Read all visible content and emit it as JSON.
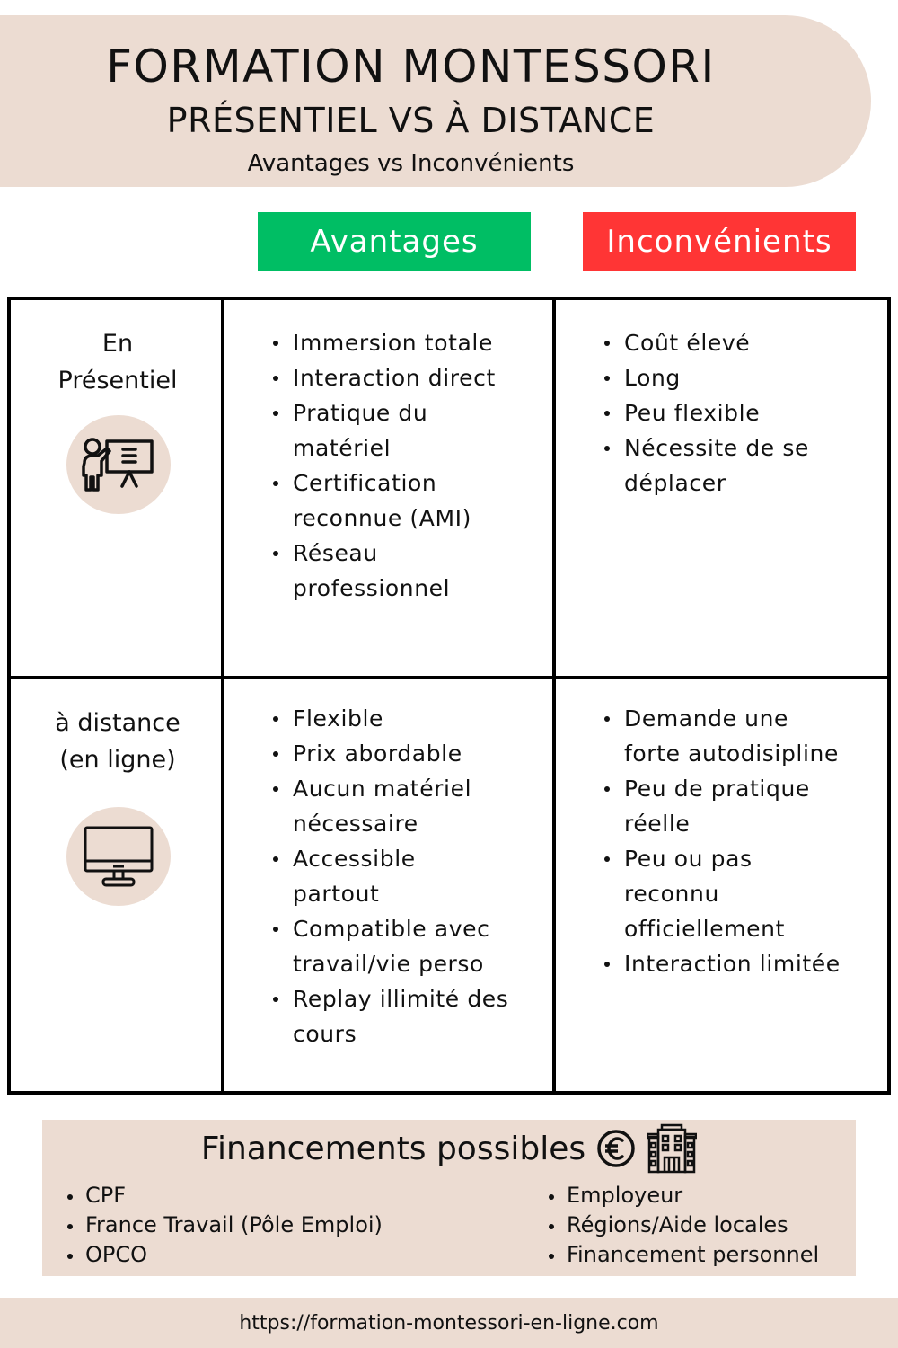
{
  "header": {
    "title": "FORMATION MONTESSORI",
    "subtitle": "PRÉSENTIEL VS À DISTANCE",
    "tagline": "Avantages vs Inconvénients"
  },
  "columns": {
    "pros_label": "Avantages",
    "cons_label": "Inconvénients",
    "pros_color": "#00be64",
    "cons_color": "#ff3535"
  },
  "rows": [
    {
      "label_lines": [
        "En",
        "Présentiel"
      ],
      "icon": "teacher-presentation-icon",
      "pros": [
        [
          "Immersion totale"
        ],
        [
          "Interaction direct"
        ],
        [
          "Pratique du",
          "matériel"
        ],
        [
          "Certification",
          "reconnue (AMI)"
        ],
        [
          "Réseau",
          "professionnel"
        ]
      ],
      "cons": [
        [
          "Coût élevé"
        ],
        [
          "Long"
        ],
        [
          "Peu flexible"
        ],
        [
          "Nécessite de se",
          "déplacer"
        ]
      ]
    },
    {
      "label_lines": [
        "à distance",
        "(en ligne)"
      ],
      "icon": "computer-monitor-icon",
      "pros": [
        [
          "Flexible"
        ],
        [
          "Prix abordable"
        ],
        [
          "Aucun matériel",
          "nécessaire"
        ],
        [
          "Accessible",
          "partout"
        ],
        [
          "Compatible avec",
          "travail/vie perso"
        ],
        [
          "Replay illimité des",
          "cours"
        ]
      ],
      "cons": [
        [
          "Demande une",
          "forte autodisipline"
        ],
        [
          "Peu de pratique",
          "réelle"
        ],
        [
          "Peu ou pas",
          "reconnu",
          "officiellement"
        ],
        [
          "Interaction limitée"
        ]
      ]
    }
  ],
  "financing": {
    "title": "Financements possibles",
    "icons": [
      "euro-icon",
      "building-icon"
    ],
    "left": [
      "CPF",
      "France Travail (Pôle Emploi)",
      "OPCO"
    ],
    "right": [
      "Employeur",
      "Régions/Aide locales",
      "Financement personnel"
    ]
  },
  "footer": {
    "url": "https://formation-montessori-en-ligne.com"
  },
  "colors": {
    "beige": "#ecdcd2",
    "border": "#000000"
  }
}
